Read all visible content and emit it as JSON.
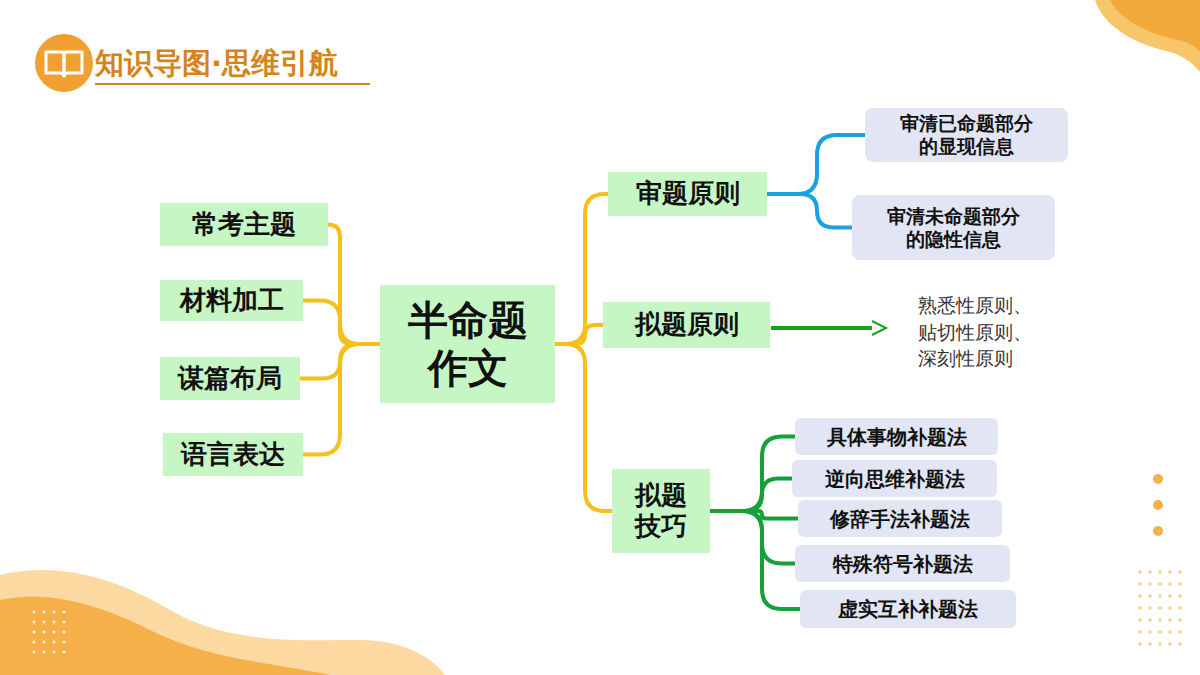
{
  "diagram": {
    "title": "知识导图·思维引航",
    "nodes": [
      {
        "text": [
          "半命题 作文"
        ]
      },
      {
        "text": [
          "常考主题"
        ]
      },
      {
        "text": [
          "材料加工"
        ]
      },
      {
        "text": [
          "谋篇布局"
        ]
      },
      {
        "text": [
          "语言表达"
        ]
      },
      {
        "text": [
          "审题原则"
        ]
      },
      {
        "text": [
          "拟题原则"
        ]
      },
      {
        "text": [
          "拟题 技巧"
        ]
      },
      {
        "text": [
          "审清已命题部分 的显现信息"
        ]
      },
      {
        "text": [
          "审清未命题部分 的隐性信息"
        ]
      },
      {
        "text": [
          "具体事物补题法"
        ]
      },
      {
        "text": [
          "逆向思维补题法"
        ]
      },
      {
        "text": [
          "修辞手法补题法"
        ]
      },
      {
        "text": [
          "特殊符号补题法"
        ]
      },
      {
        "text": [
          "虚实互补补题法"
        ]
      }
    ],
    "edges": [
      {
        "from": 0,
        "to": 1,
        "arrow": "none"
      },
      {
        "from": 0,
        "to": 2,
        "arrow": "none"
      },
      {
        "from": 0,
        "to": 3,
        "arrow": "none"
      },
      {
        "from": 0,
        "to": 4,
        "arrow": "none"
      },
      {
        "from": 0,
        "to": 5,
        "arrow": "none"
      },
      {
        "from": 0,
        "to": 6,
        "arrow": "none"
      },
      {
        "from": 0,
        "to": 7,
        "arrow": "none"
      },
      {
        "from": 5,
        "to": 8,
        "arrow": "none"
      },
      {
        "from": 5,
        "to": 9,
        "arrow": "none"
      },
      {
        "from": 7,
        "to": 10,
        "arrow": "none"
      },
      {
        "from": 7,
        "to": 11,
        "arrow": "none"
      },
      {
        "from": 7,
        "to": 12,
        "arrow": "none"
      },
      {
        "from": 7,
        "to": 13,
        "arrow": "none"
      },
      {
        "from": 7,
        "to": 14,
        "arrow": "none"
      }
    ],
    "labels": [
      "熟悉性原则、 贴切性原则、 深刻性原则"
    ]
  }
}
